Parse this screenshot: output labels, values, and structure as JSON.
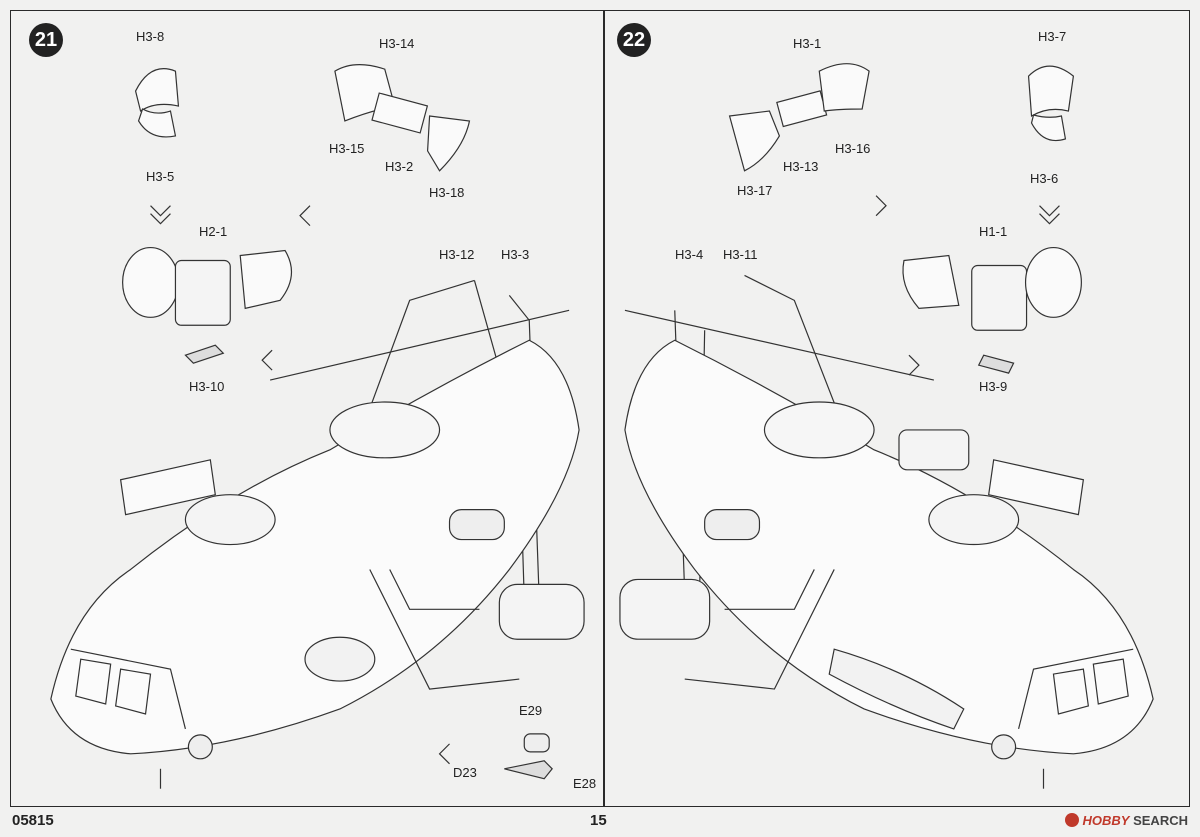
{
  "page": {
    "product_code": "05815",
    "page_number": "15",
    "watermark_brand": "HOBBY",
    "watermark_text": "SEARCH"
  },
  "steps": [
    {
      "number": "21",
      "labels": [
        "H3-8",
        "H3-5",
        "H3-14",
        "H3-15",
        "H3-2",
        "H3-18",
        "H2-1",
        "H3-10",
        "H3-12",
        "H3-3",
        "E29",
        "D23",
        "E28"
      ]
    },
    {
      "number": "22",
      "labels": [
        "H3-1",
        "H3-16",
        "H3-13",
        "H3-17",
        "H3-7",
        "H3-6",
        "H1-1",
        "H3-9",
        "H3-4",
        "H3-11"
      ]
    }
  ]
}
